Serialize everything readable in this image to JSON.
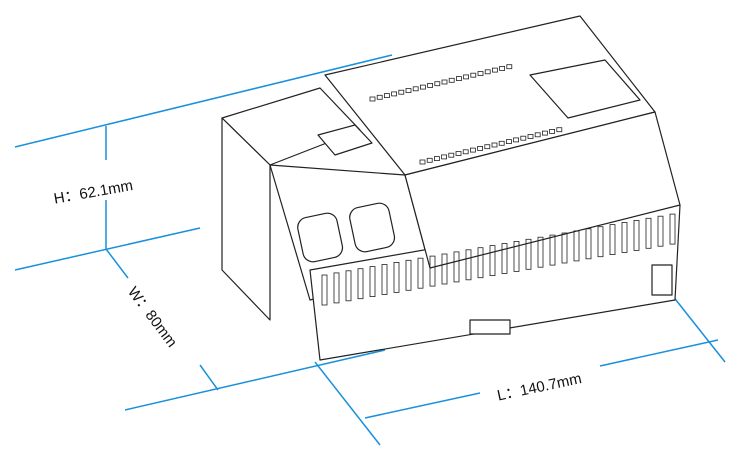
{
  "dimensions": {
    "height": {
      "label": "H：",
      "value": "62.1mm"
    },
    "width": {
      "label": "W：",
      "value": "80mm"
    },
    "length": {
      "label": "L：",
      "value": "140.7mm"
    }
  },
  "colors": {
    "dimension_line": "#1a90dc",
    "outline": "#222222"
  }
}
